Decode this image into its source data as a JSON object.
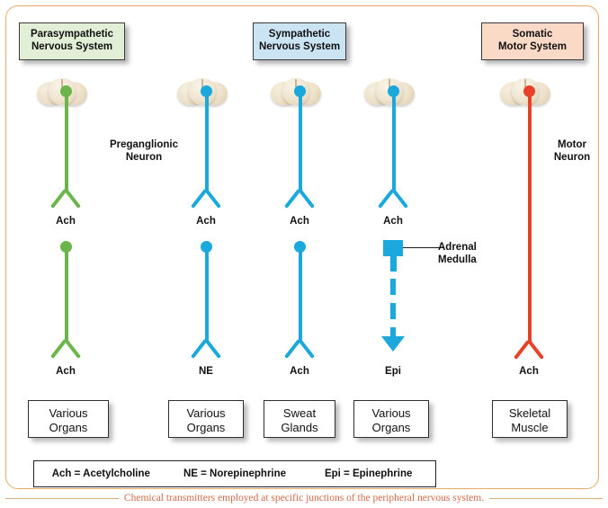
{
  "figure": {
    "caption": "Chemical transmitters employed at specific junctions of the peripheral nervous system.",
    "frame_color": "#e7a96a"
  },
  "headers": [
    {
      "id": "parasympathetic",
      "line1": "Parasympathetic",
      "line2": "Nervous System",
      "color": "#e2eed6"
    },
    {
      "id": "sympathetic",
      "line1": "Sympathetic",
      "line2": "Nervous System",
      "color": "#cbe4f4"
    },
    {
      "id": "somatic",
      "line1": "Somatic",
      "line2": "Motor System",
      "color": "#fad9c6"
    }
  ],
  "annotations": {
    "preganglionic_line1": "Preganglionic",
    "preganglionic_line2": "Neuron",
    "motor_line1": "Motor",
    "motor_line2": "Neuron",
    "adrenal_line1": "Adrenal",
    "adrenal_line2": "Medulla"
  },
  "columns": [
    {
      "id": "parasympathetic",
      "color": "#6ab64a",
      "pre_transmitter": "Ach",
      "post_transmitter": "Ach",
      "organ_line1": "Various",
      "organ_line2": "Organs"
    },
    {
      "id": "sympathetic-organs",
      "color": "#1ba8dd",
      "pre_transmitter": "Ach",
      "post_transmitter": "NE",
      "organ_line1": "Various",
      "organ_line2": "Organs"
    },
    {
      "id": "sympathetic-sweat",
      "color": "#1ba8dd",
      "pre_transmitter": "Ach",
      "post_transmitter": "Ach",
      "organ_line1": "Sweat",
      "organ_line2": "Glands"
    },
    {
      "id": "sympathetic-adrenal",
      "color": "#1ba8dd",
      "pre_transmitter": "Ach",
      "post_transmitter": "Epi",
      "organ_line1": "Various",
      "organ_line2": "Organs"
    },
    {
      "id": "somatic",
      "color": "#e8412a",
      "pre_transmitter": "",
      "post_transmitter": "Ach",
      "organ_line1": "Skeletal",
      "organ_line2": "Muscle"
    }
  ],
  "legend": {
    "items": [
      "Ach = Acetylcholine",
      "NE = Norepinephrine",
      "Epi = Epinephrine"
    ]
  }
}
